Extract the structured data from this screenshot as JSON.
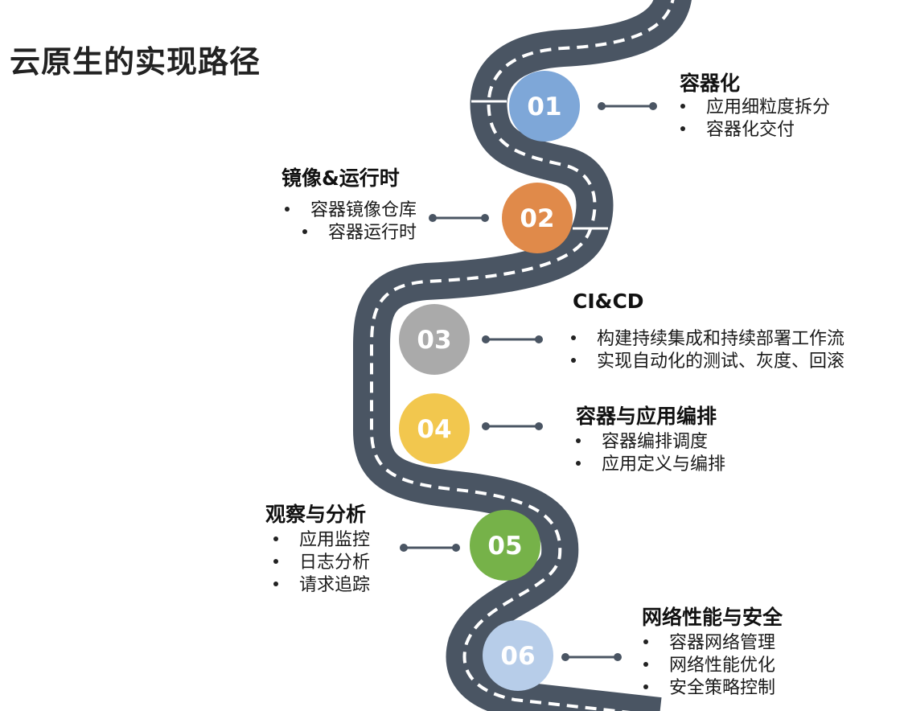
{
  "title": "云原生的实现路径",
  "colors": {
    "road": "#4a5563",
    "lane": "#ffffff",
    "connector": "#4a5563"
  },
  "steps": [
    {
      "number": "01",
      "color": "#7ea7d8",
      "title": "容器化",
      "items": [
        "应用细粒度拆分",
        "容器化交付"
      ]
    },
    {
      "number": "02",
      "color": "#e08a4a",
      "title": "镜像&运行时",
      "items": [
        "容器镜像仓库",
        "容器运行时"
      ]
    },
    {
      "number": "03",
      "color": "#aaaaaa",
      "title": "CI&CD",
      "items": [
        "构建持续集成和持续部署工作流",
        "实现自动化的测试、灰度、回滚"
      ]
    },
    {
      "number": "04",
      "color": "#f2c74e",
      "title": "容器与应用编排",
      "items": [
        "容器编排调度",
        "应用定义与编排"
      ]
    },
    {
      "number": "05",
      "color": "#76b249",
      "title": "观察与分析",
      "items": [
        "应用监控",
        "日志分析",
        "请求追踪"
      ]
    },
    {
      "number": "06",
      "color": "#b7cde9",
      "title": "网络性能与安全",
      "items": [
        "容器网络管理",
        "网络性能优化",
        "安全策略控制"
      ]
    }
  ]
}
